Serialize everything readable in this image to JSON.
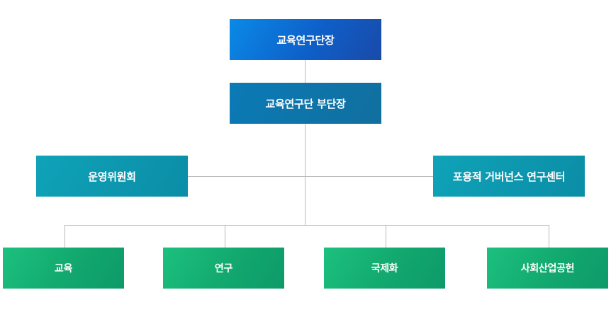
{
  "org_chart": {
    "director": "교육연구단장",
    "deputy": "교육연구단 부단장",
    "committee": "운영위원회",
    "center": "포용적 거버넌스 연구센터",
    "units": [
      "교육",
      "연구",
      "국제화",
      "사회산업공헌"
    ]
  },
  "colors": {
    "director": "#0e5fc9",
    "deputy": "#116f9e",
    "side": "#0b8da6",
    "unit": "#12a86e",
    "connector": "#b9b9b9"
  }
}
